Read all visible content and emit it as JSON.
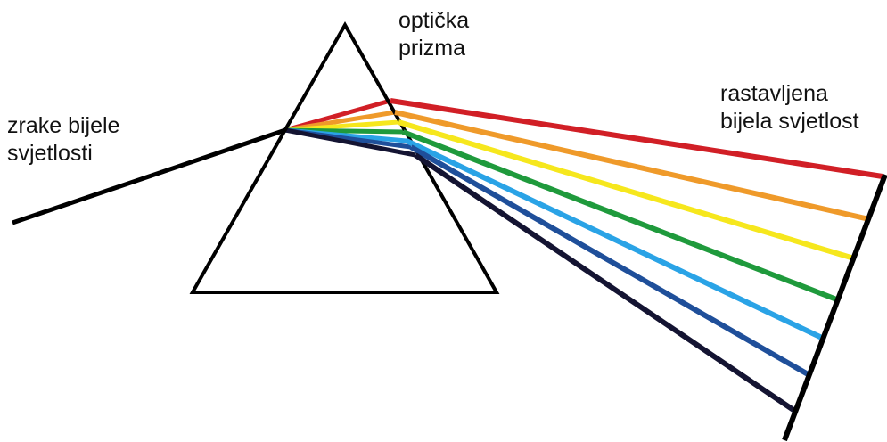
{
  "labels": {
    "white_light": [
      "zrake bijele",
      "svjetlosti"
    ],
    "prism": [
      "optička",
      "prizma"
    ],
    "dispersed": [
      "rastavljena",
      "bijela svjetlost"
    ]
  },
  "colors": {
    "outline": "#000000",
    "incident_ray": "#000000",
    "spectrum": [
      "#d11f26",
      "#ef9a2a",
      "#f6e71d",
      "#1f9a3c",
      "#2aa3e6",
      "#1f4f9a",
      "#141432"
    ]
  }
}
